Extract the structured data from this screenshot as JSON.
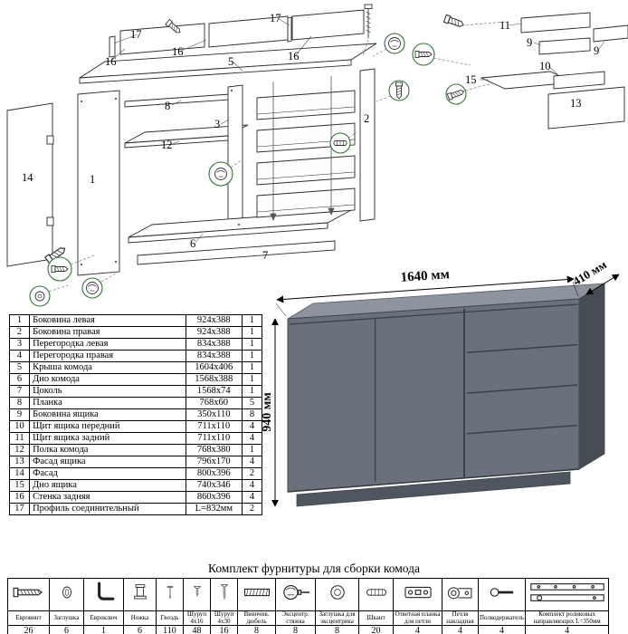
{
  "page": {
    "background": "#ffffff"
  },
  "assembly": {
    "main_callouts": [
      {
        "text": "17"
      },
      {
        "text": "16"
      },
      {
        "text": "16"
      },
      {
        "text": "16"
      },
      {
        "text": "17"
      },
      {
        "text": "5"
      },
      {
        "text": "8"
      },
      {
        "text": "3"
      },
      {
        "text": "12"
      },
      {
        "text": "14"
      },
      {
        "text": "1"
      },
      {
        "text": "2"
      },
      {
        "text": "6"
      },
      {
        "text": "7"
      }
    ],
    "drawer_callouts": [
      {
        "text": "11"
      },
      {
        "text": "9"
      },
      {
        "text": "9"
      },
      {
        "text": "15"
      },
      {
        "text": "10"
      },
      {
        "text": "13"
      }
    ]
  },
  "product": {
    "width_label": "1640 мм",
    "depth_label": "410 мм",
    "height_label": "940 мм",
    "colors": {
      "top": "#8d949e",
      "front": "#6a717b",
      "side": "#474d55",
      "gap": "#3a4048",
      "plinth": "#50565f"
    }
  },
  "parts_table": {
    "rows": [
      {
        "num": "1",
        "name": "Боковина левая",
        "size": "924x388",
        "qty": "1"
      },
      {
        "num": "2",
        "name": "Боковина правая",
        "size": "924x388",
        "qty": "1"
      },
      {
        "num": "3",
        "name": "Перегородка левая",
        "size": "834x388",
        "qty": "1"
      },
      {
        "num": "4",
        "name": "Перегородка правая",
        "size": "834x388",
        "qty": "1"
      },
      {
        "num": "5",
        "name": "Крыша комода",
        "size": "1604x406",
        "qty": "1"
      },
      {
        "num": "6",
        "name": "Дно комода",
        "size": "1568x388",
        "qty": "1"
      },
      {
        "num": "7",
        "name": "Цоколь",
        "size": "1568x74",
        "qty": "1"
      },
      {
        "num": "8",
        "name": "Планка",
        "size": "768x60",
        "qty": "5"
      },
      {
        "num": "9",
        "name": "Боковина ящика",
        "size": "350x110",
        "qty": "8"
      },
      {
        "num": "10",
        "name": "Щит ящика передний",
        "size": "711x110",
        "qty": "4"
      },
      {
        "num": "11",
        "name": "Щит ящика задний",
        "size": "711x110",
        "qty": "4"
      },
      {
        "num": "12",
        "name": "Полка комода",
        "size": "768x380",
        "qty": "1"
      },
      {
        "num": "13",
        "name": "Фасад ящика",
        "size": "796x170",
        "qty": "4"
      },
      {
        "num": "14",
        "name": "Фасад",
        "size": "800x396",
        "qty": "2"
      },
      {
        "num": "15",
        "name": "Дно ящика",
        "size": "740x346",
        "qty": "4"
      },
      {
        "num": "16",
        "name": "Стенка задняя",
        "size": "860x396",
        "qty": "4"
      },
      {
        "num": "17",
        "name": "Профиль соединительный",
        "size": "L=832мм",
        "qty": "2"
      }
    ]
  },
  "hardware": {
    "title": "Комплект фурнитуры для сборки комода",
    "items": [
      {
        "name": "Евровинт",
        "qty": "26",
        "icon": "euro-screw-icon"
      },
      {
        "name": "Заглушка",
        "qty": "6",
        "icon": "plug-icon"
      },
      {
        "name": "Евроключ",
        "qty": "1",
        "icon": "hex-key-icon"
      },
      {
        "name": "Ножка",
        "qty": "6",
        "icon": "leg-icon"
      },
      {
        "name": "Гвоздь",
        "qty": "110",
        "icon": "nail-icon"
      },
      {
        "name": "Шуруп 4х16",
        "qty": "48",
        "icon": "screw-4x16-icon"
      },
      {
        "name": "Шуруп 4х30",
        "qty": "16",
        "icon": "screw-4x30-icon"
      },
      {
        "name": "Ввинчив. дюбель",
        "qty": "8",
        "icon": "threaded-dowel-icon"
      },
      {
        "name": "Эксцентр. стяжка",
        "qty": "8",
        "icon": "cam-lock-icon"
      },
      {
        "name": "Заглушка для эксцентрика",
        "qty": "8",
        "icon": "cam-cover-icon"
      },
      {
        "name": "Шкант",
        "qty": "20",
        "icon": "wood-dowel-icon"
      },
      {
        "name": "Ответная планка для петли",
        "qty": "4",
        "icon": "hinge-plate-icon"
      },
      {
        "name": "Петля накладная",
        "qty": "4",
        "icon": "hinge-icon"
      },
      {
        "name": "Полкодержатель",
        "qty": "4",
        "icon": "shelf-support-icon"
      },
      {
        "name": "Комплект роликовых направляющих L=350мм",
        "qty": "4",
        "icon": "roller-guides-icon"
      }
    ]
  }
}
